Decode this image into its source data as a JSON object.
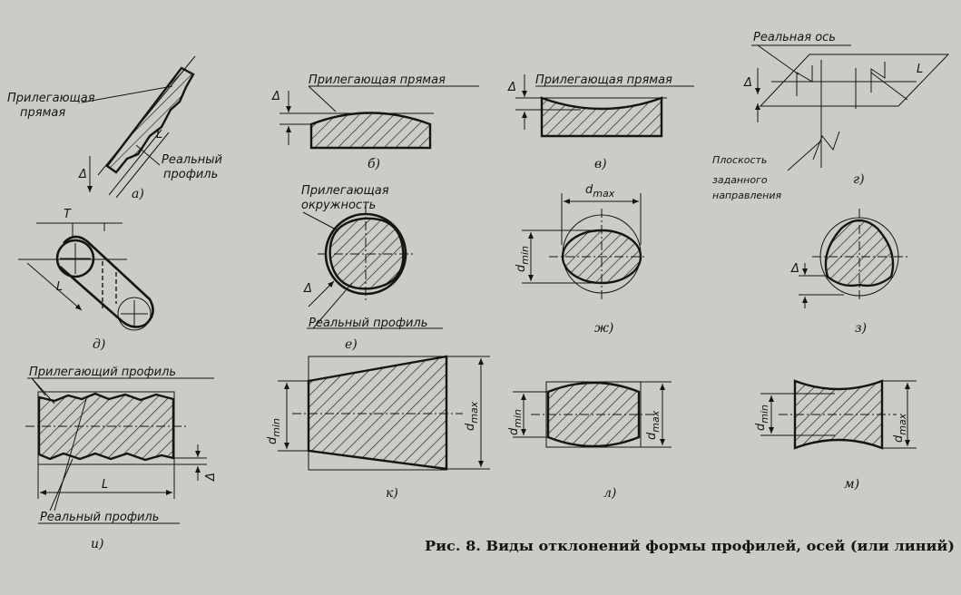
{
  "labels": {
    "a_adjacent_line": [
      "Прилегающая",
      "прямая"
    ],
    "a_real_profile": [
      "Реальный",
      "профиль"
    ],
    "b_adjacent_line": "Прилегающая прямая",
    "v_adjacent_line": "Прилегающая прямая",
    "g_real_axis": "Реальная ось",
    "g_plane": [
      "Плоскость",
      "заданного",
      "направления"
    ],
    "e_adjacent_circle": [
      "Прилегающая",
      "окружность"
    ],
    "e_real_profile": "Реальный профиль",
    "i_adjacent_profile": "Прилегающий профиль",
    "i_real_profile": "Реальный профиль",
    "delta": "Δ",
    "T": "T",
    "L": "L",
    "d_max": "d",
    "d_max_sub": "max",
    "d_min": "d",
    "d_min_sub": "min"
  },
  "subfigures": [
    "а)",
    "б)",
    "в)",
    "г)",
    "д)",
    "е)",
    "ж)",
    "з)",
    "и)",
    "к)",
    "л)",
    "м)"
  ],
  "caption": "Рис. 8. Виды отклонений формы профилей, осей (или линий)",
  "colors": {
    "background": "#cdcbc5",
    "ink": "#151515"
  }
}
